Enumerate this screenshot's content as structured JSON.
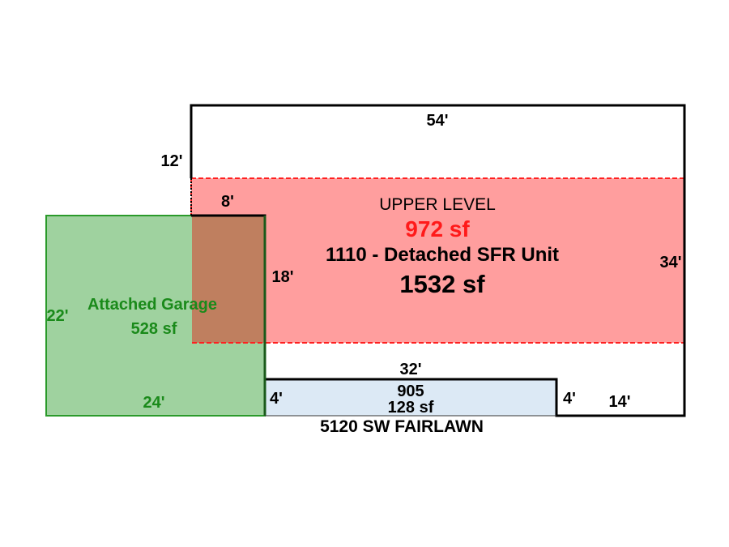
{
  "sketch": {
    "upper_level": {
      "label": "UPPER LEVEL",
      "area": "972 sf"
    },
    "main_unit": {
      "label": "1110 - Detached SFR Unit",
      "area": "1532 sf"
    },
    "garage": {
      "label": "Attached Garage",
      "area": "528 sf",
      "dim_side": "22'",
      "dim_bottom": "24'"
    },
    "porch": {
      "code": "905",
      "area": "128 sf",
      "dim_left": "4'",
      "dim_right": "4'"
    },
    "dimensions": {
      "top": "54'",
      "left_upper": "12'",
      "garage_step": "8'",
      "inner_side": "18'",
      "right": "34'",
      "porch_top": "32'",
      "bottom_right": "14'"
    },
    "address": "5120 SW FAIRLAWN"
  },
  "colors": {
    "upper": "#ff9e9e",
    "upper_border": "#ff2020",
    "garage": "#9fd29f",
    "garage_text": "#1a8a1a",
    "overlap": "#bf7f5f",
    "porch": "#dce9f5",
    "area_red": "#ff1a1a"
  }
}
